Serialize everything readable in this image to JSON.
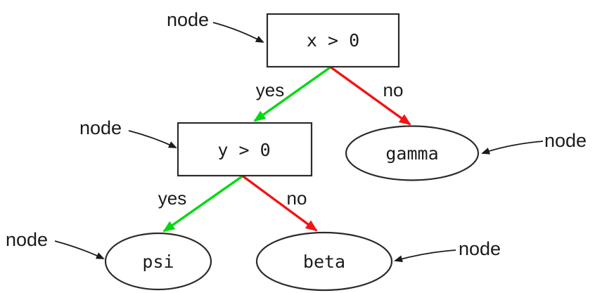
{
  "diagram": {
    "type": "decision-tree",
    "nodes": {
      "root": {
        "label": "x > 0",
        "shape": "rectangle"
      },
      "second": {
        "label": "y > 0",
        "shape": "rectangle"
      },
      "gamma": {
        "label": "gamma",
        "shape": "ellipse"
      },
      "psi": {
        "label": "psi",
        "shape": "ellipse"
      },
      "beta": {
        "label": "beta",
        "shape": "ellipse"
      }
    },
    "edges": {
      "yes_label": "yes",
      "no_label": "no",
      "root_yes_target": "y > 0",
      "root_no_target": "gamma",
      "second_yes_target": "psi",
      "second_no_target": "beta"
    },
    "annotation": {
      "label": "node",
      "count": 5
    },
    "colors": {
      "yes_edge": "#00d911",
      "no_edge": "#f11414",
      "outline": "#2b2b2b",
      "text": "#1b1b1b",
      "background": "#ffffff"
    }
  }
}
